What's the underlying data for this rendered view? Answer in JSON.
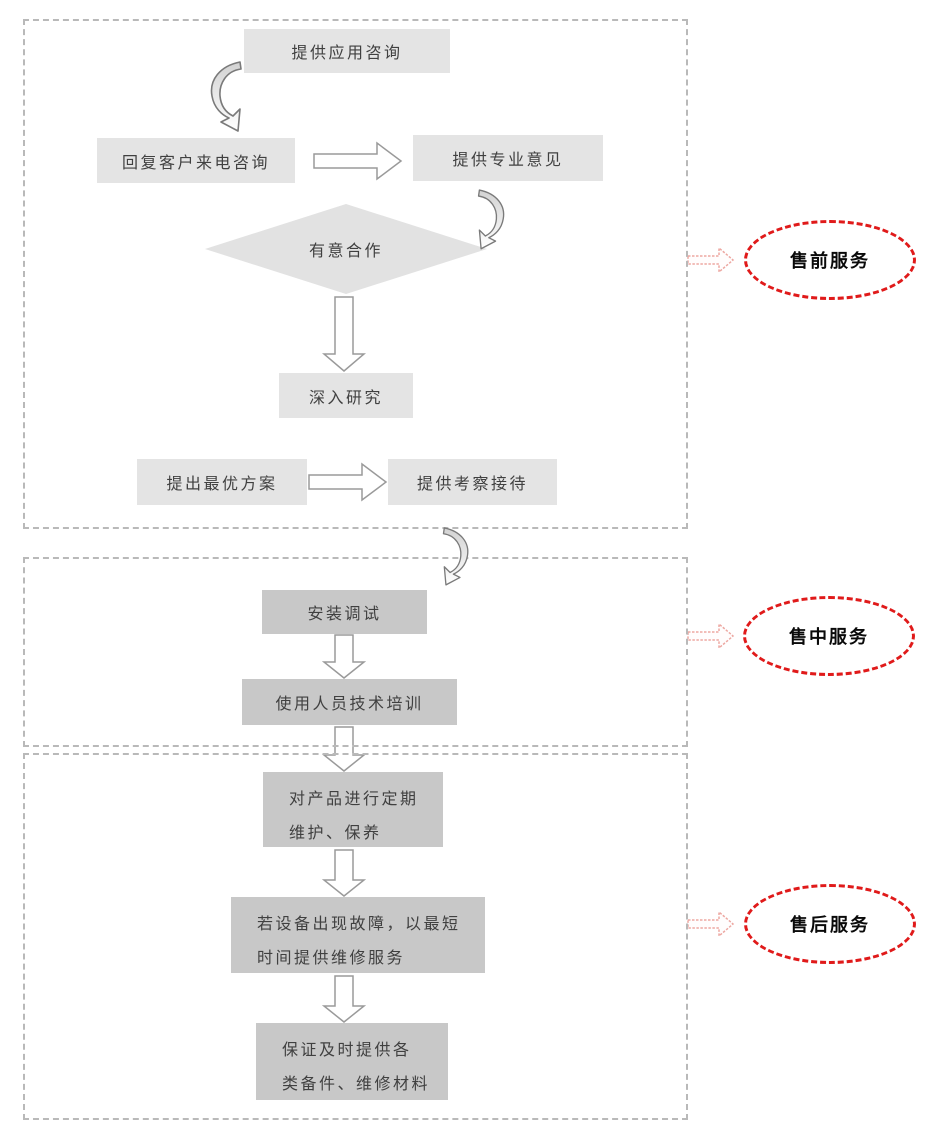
{
  "sections": [
    {
      "id": "presales",
      "badge_label": "售前服务"
    },
    {
      "id": "midsales",
      "badge_label": "售中服务"
    },
    {
      "id": "aftersales",
      "badge_label": "售后服务"
    }
  ],
  "nodes": {
    "app_consult": {
      "label": "提供应用咨询"
    },
    "reply_call": {
      "label": "回复客户来电咨询"
    },
    "pro_advice": {
      "label": "提供专业意见"
    },
    "cooperate": {
      "label": "有意合作"
    },
    "deep_research": {
      "label": "深入研究"
    },
    "best_plan": {
      "label": "提出最优方案"
    },
    "visit_reception": {
      "label": "提供考察接待"
    },
    "install_debug": {
      "label": "安装调试"
    },
    "staff_training": {
      "label": "使用人员技术培训"
    },
    "periodic_maintenance": {
      "line1": "对产品进行定期",
      "line2": "维护、保养"
    },
    "fault_repair": {
      "line1": "若设备出现故障，以最短",
      "line2": "时间提供维修服务"
    },
    "spare_parts": {
      "line1": "保证及时提供各",
      "line2": "类备件、维修材料"
    }
  },
  "colors": {
    "box_light": "#e4e4e4",
    "box_dark": "#c8c8c8",
    "diamond_fill": "#e2e2e2",
    "section_border": "#b9b9b9",
    "badge_red": "#e01a1a",
    "badge_arrow_red": "#eda8a2",
    "arrow_outline": "#9a9a9a",
    "text": "#404040"
  }
}
